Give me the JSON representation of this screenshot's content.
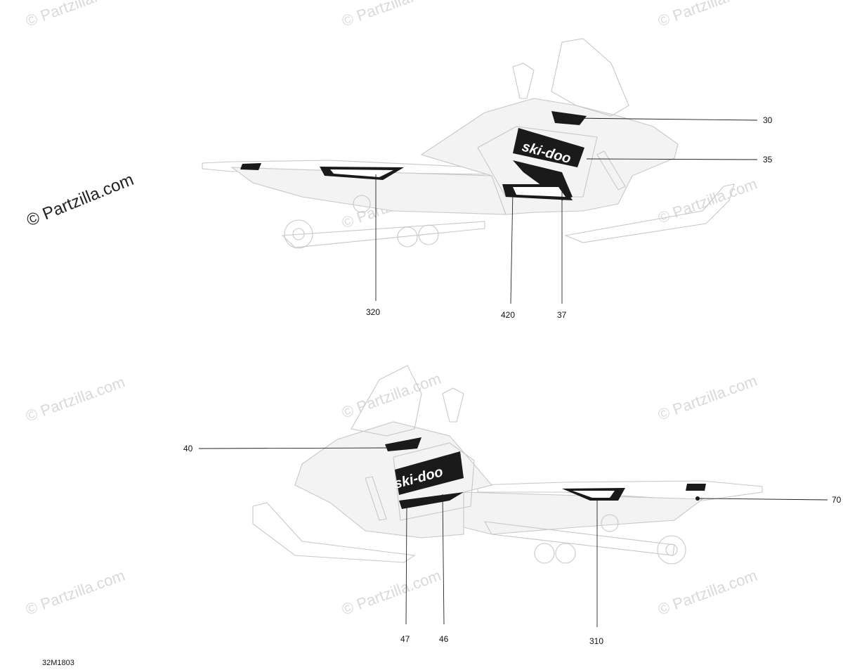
{
  "watermarks": {
    "text": "© Partzilla.com",
    "featured": "© Partzilla.com"
  },
  "logo": {
    "brand_text": "ski-doo"
  },
  "callouts_top": [
    {
      "id": "30",
      "label": "30"
    },
    {
      "id": "35",
      "label": "35"
    },
    {
      "id": "320",
      "label": "320"
    },
    {
      "id": "420",
      "label": "420"
    },
    {
      "id": "37",
      "label": "37"
    }
  ],
  "callouts_bottom": [
    {
      "id": "40",
      "label": "40"
    },
    {
      "id": "70",
      "label": "70"
    },
    {
      "id": "47",
      "label": "47"
    },
    {
      "id": "46",
      "label": "46"
    },
    {
      "id": "310",
      "label": "310"
    }
  ],
  "diagram_code": "32M1803"
}
